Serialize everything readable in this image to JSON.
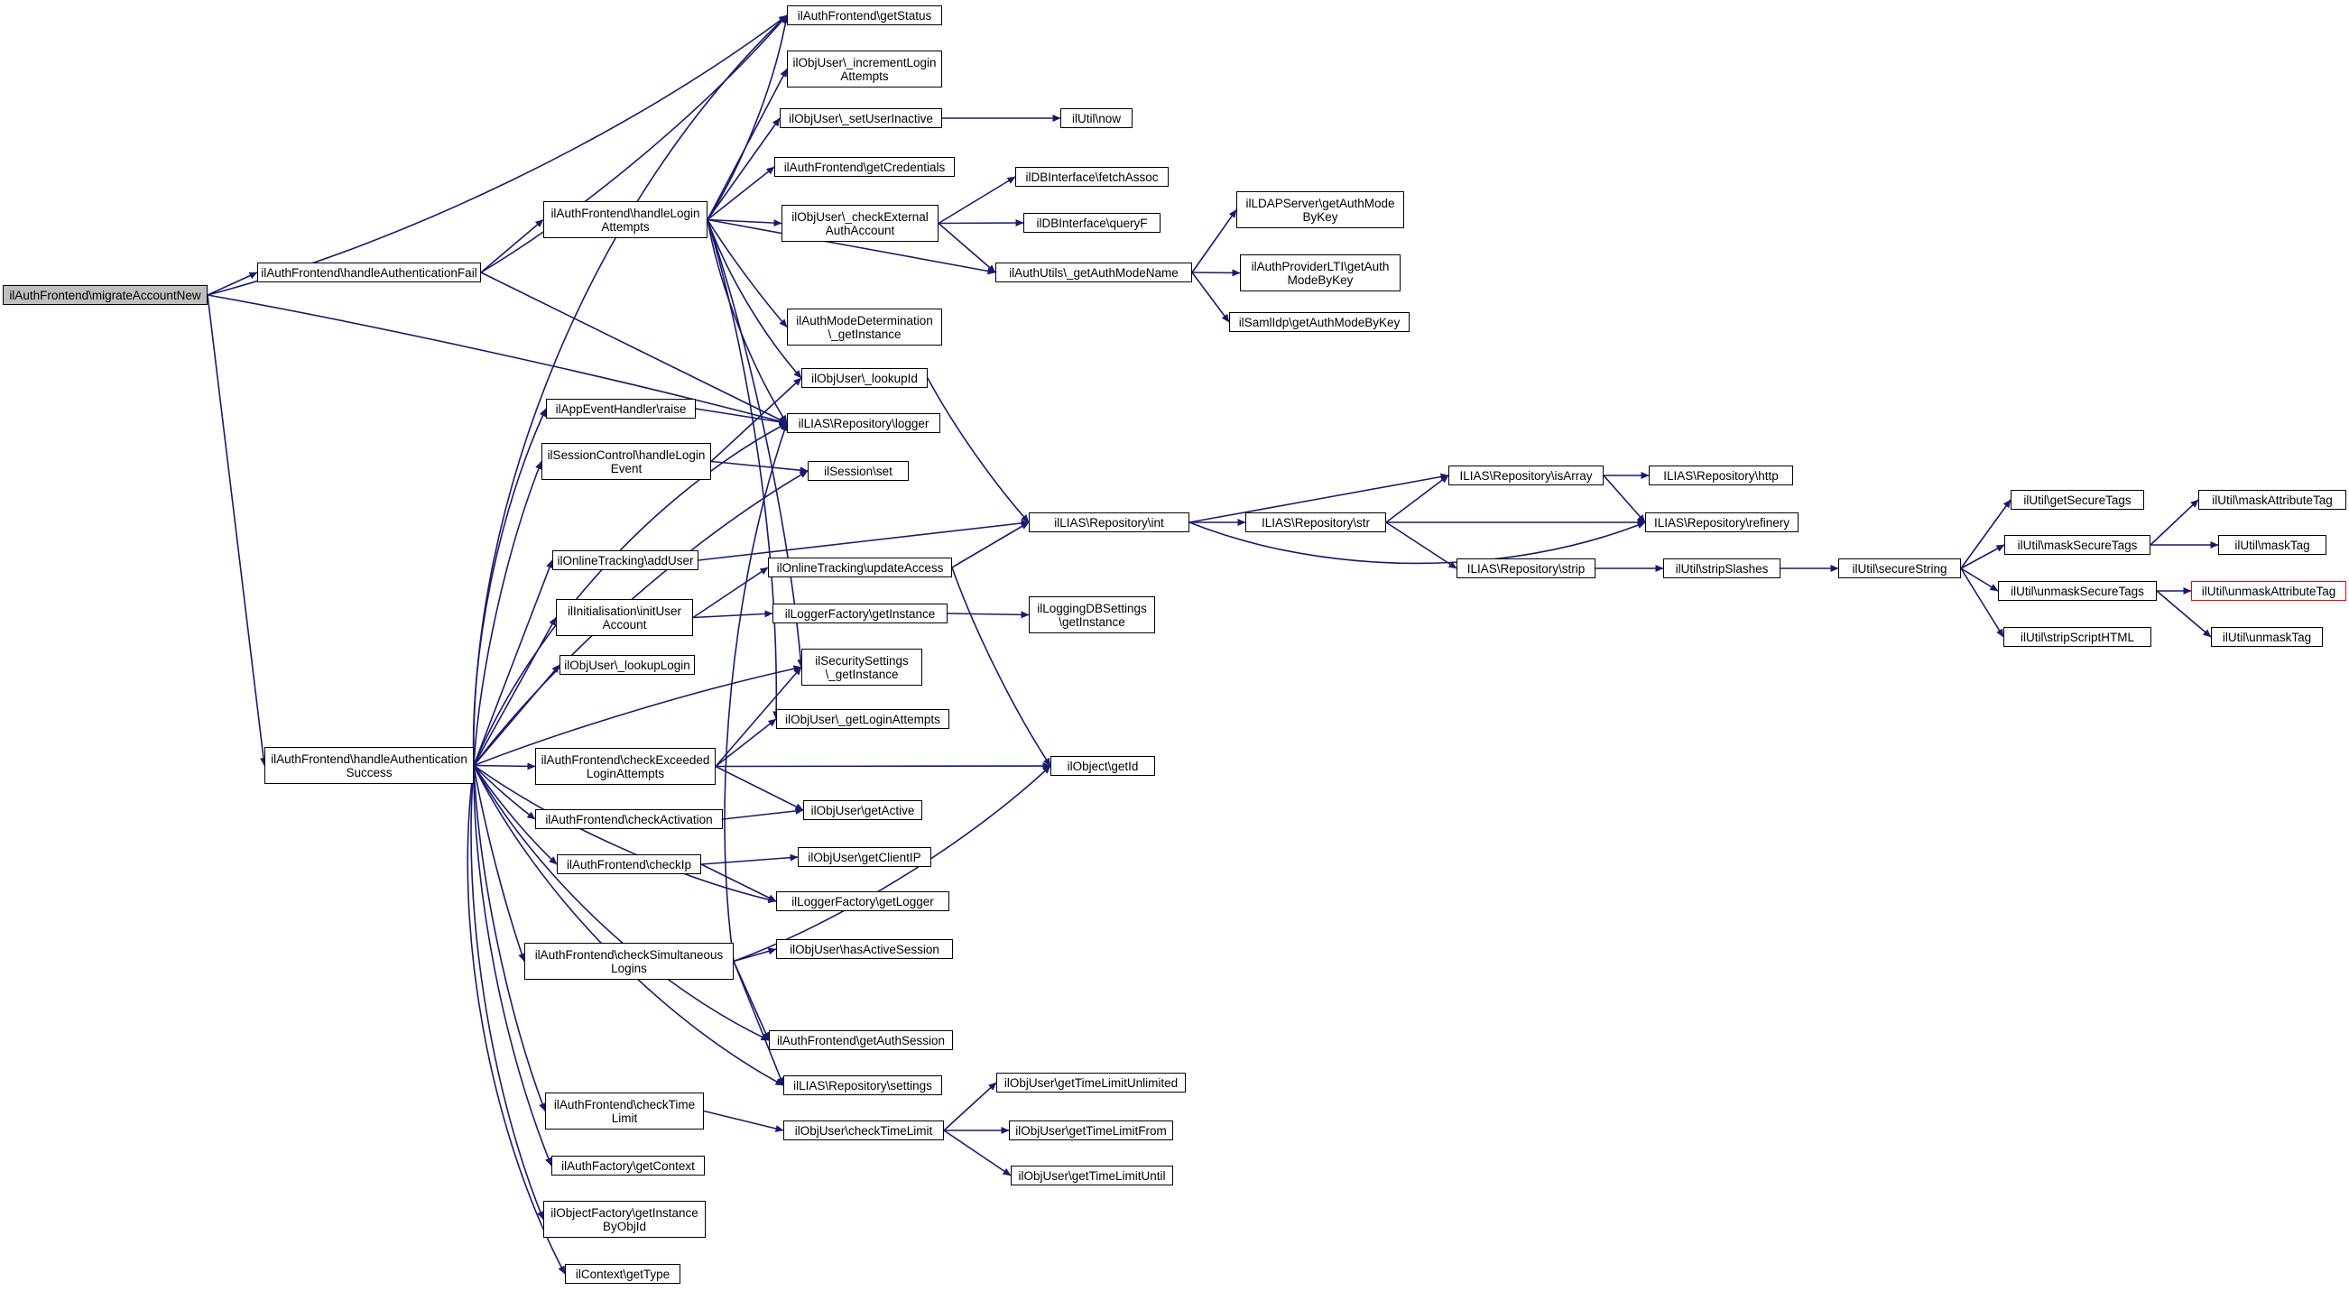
{
  "diagram": {
    "colors": {
      "edge": "#191970",
      "node_border": "#000000",
      "root_fill": "#bfbfbf",
      "highlight_border": "#ff0000"
    },
    "nodes": [
      {
        "id": "n0",
        "label": "ilAuthFrontend\\migrateAccountNew",
        "root": true
      },
      {
        "id": "n1",
        "label": "ilAuthFrontend\\handleAuthenticationFail"
      },
      {
        "id": "n2",
        "label": "ilAuthFrontend\\handleAuthentication\nSuccess"
      },
      {
        "id": "n3",
        "label": "ilAuthFrontend\\getStatus"
      },
      {
        "id": "n4",
        "label": "ilAuthFrontend\\handleLogin\nAttempts"
      },
      {
        "id": "n5",
        "label": "ilLIAS\\Repository\\logger"
      },
      {
        "id": "n6",
        "label": "ilObjUser\\_incrementLogin\nAttempts"
      },
      {
        "id": "n7",
        "label": "ilObjUser\\_setUserInactive"
      },
      {
        "id": "n8",
        "label": "ilUtil\\now"
      },
      {
        "id": "n9",
        "label": "ilAuthFrontend\\getCredentials"
      },
      {
        "id": "n10",
        "label": "ilObjUser\\_checkExternal\nAuthAccount"
      },
      {
        "id": "n11",
        "label": "ilDBInterface\\fetchAssoc"
      },
      {
        "id": "n12",
        "label": "ilDBInterface\\queryF"
      },
      {
        "id": "n13",
        "label": "ilAuthUtils\\_getAuthModeName"
      },
      {
        "id": "n14",
        "label": "ilLDAPServer\\getAuthMode\nByKey"
      },
      {
        "id": "n15",
        "label": "ilAuthProviderLTI\\getAuth\nModeByKey"
      },
      {
        "id": "n16",
        "label": "ilSamlIdp\\getAuthModeByKey"
      },
      {
        "id": "n17",
        "label": "ilAuthModeDetermination\n\\_getInstance"
      },
      {
        "id": "n18",
        "label": "ilObjUser\\_lookupId"
      },
      {
        "id": "n19",
        "label": "ilAppEventHandler\\raise"
      },
      {
        "id": "n20",
        "label": "ilSessionControl\\handleLogin\nEvent"
      },
      {
        "id": "n21",
        "label": "ilSession\\set"
      },
      {
        "id": "n22",
        "label": "ilOnlineTracking\\addUser"
      },
      {
        "id": "n23",
        "label": "ilLIAS\\Repository\\int"
      },
      {
        "id": "n24",
        "label": "ilOnlineTracking\\updateAccess"
      },
      {
        "id": "n25",
        "label": "ilInitialisation\\initUser\nAccount"
      },
      {
        "id": "n26",
        "label": "ilLoggerFactory\\getInstance"
      },
      {
        "id": "n27",
        "label": "ilLoggingDBSettings\n\\getInstance"
      },
      {
        "id": "n28",
        "label": "ilObjUser\\_lookupLogin"
      },
      {
        "id": "n29",
        "label": "ilSecuritySettings\n\\_getInstance"
      },
      {
        "id": "n30",
        "label": "ilObjUser\\_getLoginAttempts"
      },
      {
        "id": "n31",
        "label": "ilAuthFrontend\\checkExceeded\nLoginAttempts"
      },
      {
        "id": "n32",
        "label": "ilObject\\getId"
      },
      {
        "id": "n33",
        "label": "ilAuthFrontend\\checkActivation"
      },
      {
        "id": "n34",
        "label": "ilObjUser\\getActive"
      },
      {
        "id": "n35",
        "label": "ilAuthFrontend\\checkIp"
      },
      {
        "id": "n36",
        "label": "ilObjUser\\getClientIP"
      },
      {
        "id": "n37",
        "label": "ilLoggerFactory\\getLogger"
      },
      {
        "id": "n38",
        "label": "ilAuthFrontend\\checkSimultaneous\nLogins"
      },
      {
        "id": "n39",
        "label": "ilObjUser\\hasActiveSession"
      },
      {
        "id": "n40",
        "label": "ilAuthFrontend\\getAuthSession"
      },
      {
        "id": "n41",
        "label": "ilLIAS\\Repository\\settings"
      },
      {
        "id": "n42",
        "label": "ilAuthFrontend\\checkTime\nLimit"
      },
      {
        "id": "n43",
        "label": "ilObjUser\\checkTimeLimit"
      },
      {
        "id": "n44",
        "label": "ilObjUser\\getTimeLimitUnlimited"
      },
      {
        "id": "n45",
        "label": "ilObjUser\\getTimeLimitFrom"
      },
      {
        "id": "n46",
        "label": "ilObjUser\\getTimeLimitUntil"
      },
      {
        "id": "n47",
        "label": "ilAuthFactory\\getContext"
      },
      {
        "id": "n48",
        "label": "ilObjectFactory\\getInstance\nByObjId"
      },
      {
        "id": "n49",
        "label": "ilContext\\getType"
      },
      {
        "id": "n50",
        "label": "ILIAS\\Repository\\isArray"
      },
      {
        "id": "n51",
        "label": "ILIAS\\Repository\\http"
      },
      {
        "id": "n52",
        "label": "ILIAS\\Repository\\str"
      },
      {
        "id": "n53",
        "label": "ILIAS\\Repository\\refinery"
      },
      {
        "id": "n54",
        "label": "ILIAS\\Repository\\strip"
      },
      {
        "id": "n55",
        "label": "ilUtil\\stripSlashes"
      },
      {
        "id": "n56",
        "label": "ilUtil\\secureString"
      },
      {
        "id": "n57",
        "label": "ilUtil\\getSecureTags"
      },
      {
        "id": "n58",
        "label": "ilUtil\\maskSecureTags"
      },
      {
        "id": "n59",
        "label": "ilUtil\\unmaskSecureTags"
      },
      {
        "id": "n60",
        "label": "ilUtil\\stripScriptHTML"
      },
      {
        "id": "n61",
        "label": "ilUtil\\maskAttributeTag"
      },
      {
        "id": "n62",
        "label": "ilUtil\\maskTag"
      },
      {
        "id": "n63",
        "label": "ilUtil\\unmaskAttributeTag",
        "highlight": true
      },
      {
        "id": "n64",
        "label": "ilUtil\\unmaskTag"
      }
    ],
    "edges": [
      [
        "n0",
        "n1"
      ],
      [
        "n0",
        "n2"
      ],
      [
        "n0",
        "n3"
      ],
      [
        "n0",
        "n5"
      ],
      [
        "n1",
        "n3"
      ],
      [
        "n1",
        "n4"
      ],
      [
        "n1",
        "n5"
      ],
      [
        "n4",
        "n3"
      ],
      [
        "n4",
        "n6"
      ],
      [
        "n4",
        "n7"
      ],
      [
        "n4",
        "n9"
      ],
      [
        "n4",
        "n10"
      ],
      [
        "n4",
        "n13"
      ],
      [
        "n4",
        "n17"
      ],
      [
        "n4",
        "n18"
      ],
      [
        "n4",
        "n5"
      ],
      [
        "n4",
        "n29"
      ],
      [
        "n4",
        "n30"
      ],
      [
        "n7",
        "n8"
      ],
      [
        "n10",
        "n11"
      ],
      [
        "n10",
        "n12"
      ],
      [
        "n10",
        "n13"
      ],
      [
        "n13",
        "n14"
      ],
      [
        "n13",
        "n15"
      ],
      [
        "n13",
        "n16"
      ],
      [
        "n2",
        "n3"
      ],
      [
        "n2",
        "n5"
      ],
      [
        "n2",
        "n19"
      ],
      [
        "n2",
        "n20"
      ],
      [
        "n2",
        "n21"
      ],
      [
        "n2",
        "n22"
      ],
      [
        "n2",
        "n25"
      ],
      [
        "n2",
        "n28"
      ],
      [
        "n2",
        "n29"
      ],
      [
        "n2",
        "n31"
      ],
      [
        "n2",
        "n33"
      ],
      [
        "n2",
        "n35"
      ],
      [
        "n2",
        "n37"
      ],
      [
        "n2",
        "n38"
      ],
      [
        "n2",
        "n40"
      ],
      [
        "n2",
        "n41"
      ],
      [
        "n2",
        "n42"
      ],
      [
        "n2",
        "n47"
      ],
      [
        "n2",
        "n48"
      ],
      [
        "n2",
        "n49"
      ],
      [
        "n19",
        "n5"
      ],
      [
        "n20",
        "n18"
      ],
      [
        "n20",
        "n21"
      ],
      [
        "n18",
        "n23"
      ],
      [
        "n22",
        "n23"
      ],
      [
        "n24",
        "n23"
      ],
      [
        "n24",
        "n32"
      ],
      [
        "n25",
        "n24"
      ],
      [
        "n25",
        "n26"
      ],
      [
        "n26",
        "n27"
      ],
      [
        "n31",
        "n29"
      ],
      [
        "n31",
        "n30"
      ],
      [
        "n31",
        "n32"
      ],
      [
        "n31",
        "n34"
      ],
      [
        "n33",
        "n34"
      ],
      [
        "n35",
        "n36"
      ],
      [
        "n35",
        "n37"
      ],
      [
        "n38",
        "n39"
      ],
      [
        "n38",
        "n40"
      ],
      [
        "n38",
        "n41"
      ],
      [
        "n38",
        "n32"
      ],
      [
        "n38",
        "n5"
      ],
      [
        "n42",
        "n43"
      ],
      [
        "n43",
        "n44"
      ],
      [
        "n43",
        "n45"
      ],
      [
        "n43",
        "n46"
      ],
      [
        "n23",
        "n50"
      ],
      [
        "n23",
        "n52"
      ],
      [
        "n23",
        "n53"
      ],
      [
        "n50",
        "n51"
      ],
      [
        "n50",
        "n53"
      ],
      [
        "n52",
        "n50"
      ],
      [
        "n52",
        "n53"
      ],
      [
        "n52",
        "n54"
      ],
      [
        "n54",
        "n55"
      ],
      [
        "n55",
        "n56"
      ],
      [
        "n56",
        "n57"
      ],
      [
        "n56",
        "n58"
      ],
      [
        "n56",
        "n59"
      ],
      [
        "n56",
        "n60"
      ],
      [
        "n58",
        "n61"
      ],
      [
        "n58",
        "n62"
      ],
      [
        "n59",
        "n63"
      ],
      [
        "n59",
        "n64"
      ]
    ]
  }
}
